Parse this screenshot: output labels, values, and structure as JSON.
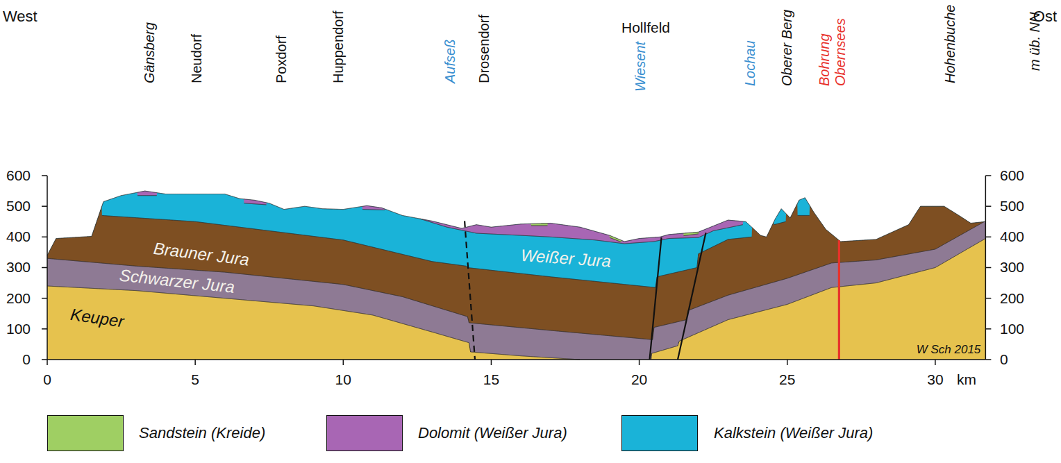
{
  "diagram": {
    "labels": [
      "West",
      "Ost",
      "Gänsberg",
      "Neudorf",
      "Poxdorf",
      "Huppendorf",
      "Aufseß",
      "Drosendorf",
      "Hollfeld",
      "Wiesent",
      "Lochau",
      "Oberer Berg",
      "Bohrung Obernsees",
      "Hohenbuche",
      "m üb. NN",
      "600",
      "500",
      "400",
      "300",
      "200",
      "100",
      "0",
      "600",
      "500",
      "400",
      "300",
      "200",
      "100",
      "0",
      "0",
      "5",
      "10",
      "15",
      "20",
      "25",
      "30",
      "km",
      "Brauner Jura",
      "Schwarzer Jura",
      "Keuper",
      "Weißer Jura",
      "W Sch 2015"
    ],
    "legend": [
      {
        "text": "Sandstein (Kreide)",
        "color": "#9fcf63"
      },
      {
        "text": "Dolomit (Weißer Jura)",
        "color": "#a866b4"
      },
      {
        "text": "Kalkstein (Weißer Jura)",
        "color": "#1ab3d8"
      }
    ]
  }
}
